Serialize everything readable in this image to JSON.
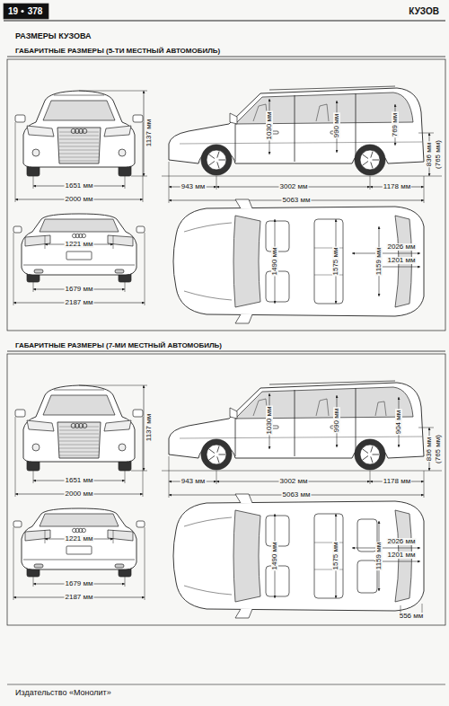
{
  "diagram": {
    "title": "РАЗМЕРЫ КУЗОВА",
    "labels": [
      "19",
      "378",
      "КУЗОВ",
      "ГАБАРИТНЫЕ РАЗМЕРЫ (5-ТИ МЕСТНЫЙ АВТОМОБИЛЬ)",
      "1137 мм",
      "1651 мм",
      "2000 мм",
      "1221 мм",
      "1679 мм",
      "2187 мм",
      "1030 мм",
      "990 мм",
      "769 мм",
      "836 мм",
      "(765 мм)",
      "943 мм",
      "3002 мм",
      "1178 мм",
      "5063 мм",
      "1490 мм",
      "1575 мм",
      "1159 мм",
      "2026 мм",
      "1201 мм",
      "ГАБАРИТНЫЕ РАЗМЕРЫ (7-МИ МЕСТНЫЙ АВТОМОБИЛЬ)",
      "1137 мм",
      "1651 мм",
      "2000 мм",
      "1221 мм",
      "1679 мм",
      "2187 мм",
      "1030 мм",
      "990 мм",
      "904 мм",
      "836 мм",
      "(765 мм)",
      "943 мм",
      "3002 мм",
      "1178 мм",
      "5063 мм",
      "1490 мм",
      "1575 мм",
      "1159 мм",
      "2026 мм",
      "1201 мм",
      "556 мм",
      "Издательство «Монолит»"
    ]
  }
}
